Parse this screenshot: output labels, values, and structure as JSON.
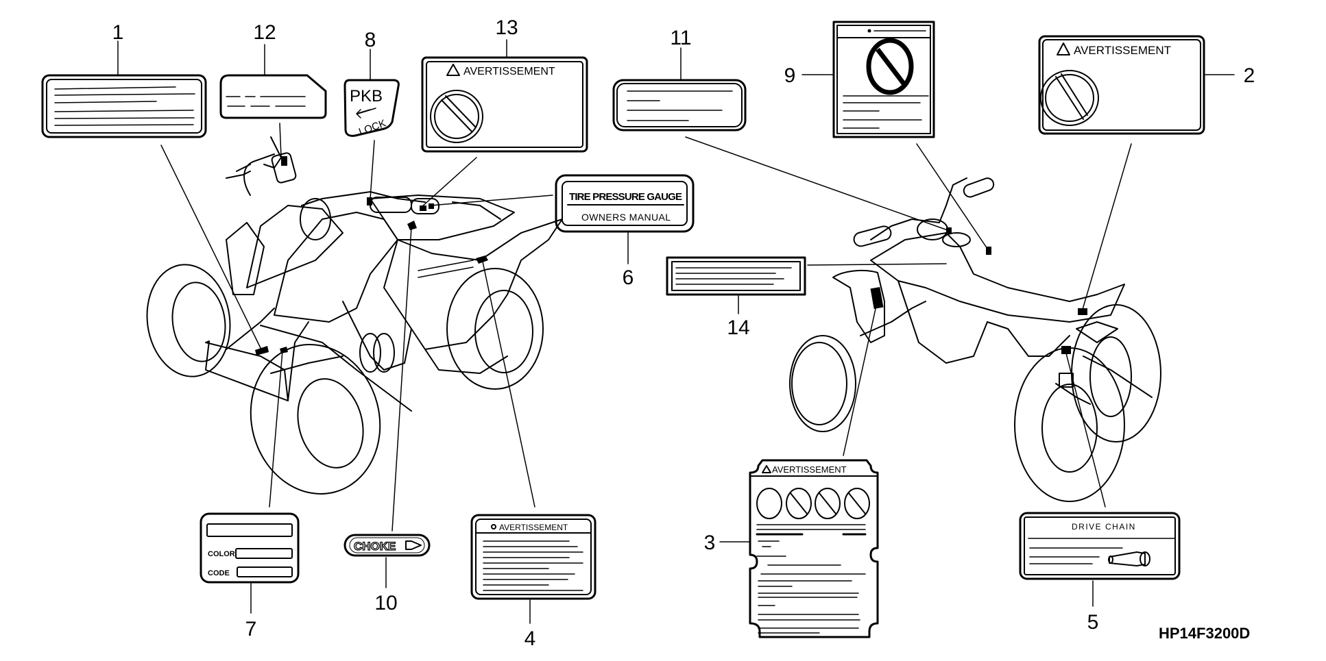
{
  "diagram": {
    "drawing_code": "HP14F3200D",
    "callouts": [
      {
        "number": "1",
        "part": "label-lines-plain"
      },
      {
        "number": "2",
        "part": "warning-label"
      },
      {
        "number": "3",
        "part": "warning-label-tall"
      },
      {
        "number": "4",
        "part": "warning-label-text"
      },
      {
        "number": "5",
        "part": "drive-chain-label"
      },
      {
        "number": "6",
        "part": "tire-pressure-label"
      },
      {
        "number": "7",
        "part": "color-code-label"
      },
      {
        "number": "8",
        "part": "parking-brake-label"
      },
      {
        "number": "9",
        "part": "prohibition-label"
      },
      {
        "number": "10",
        "part": "choke-label"
      },
      {
        "number": "11",
        "part": "label-lines-rounded"
      },
      {
        "number": "12",
        "part": "label-dashes"
      },
      {
        "number": "13",
        "part": "warning-label"
      },
      {
        "number": "14",
        "part": "label-lines-rect"
      }
    ],
    "label_texts": {
      "warning": "AVERTISSEMENT",
      "warning_small": "AVERTISSEMENT",
      "pkb": "PKB",
      "lock": "LOCK",
      "tire_pressure": "TIRE PRESSURE GAUGE",
      "owners_manual": "OWNERS MANUAL",
      "color": "COLOR",
      "code": "CODE",
      "choke": "CHOKE",
      "drive_chain": "DRIVE CHAIN"
    },
    "icons": [
      "warning-triangle-icon",
      "prohibition-icon",
      "arrow-left-icon",
      "arrow-right-icon",
      "wrench-icon"
    ]
  }
}
